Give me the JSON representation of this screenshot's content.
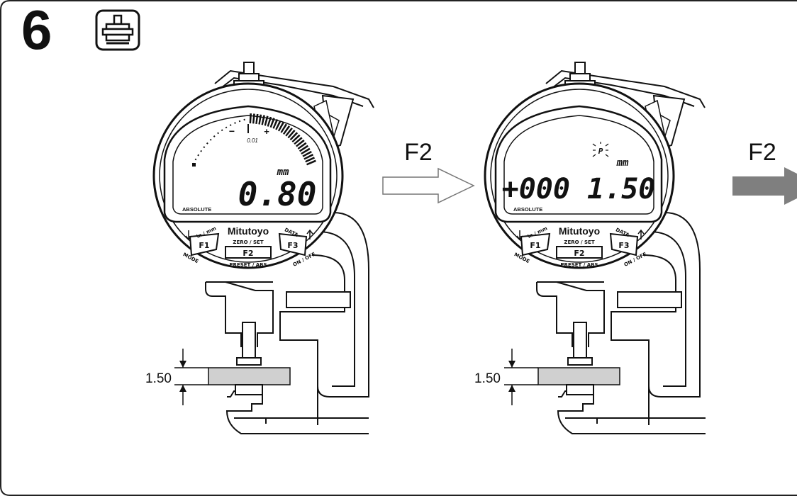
{
  "step": {
    "number": "6"
  },
  "gauges": [
    {
      "display_value": "0.80",
      "unit": "mm",
      "mode_text": "ABSOLUTE",
      "scale_minus": "−",
      "scale_plus": "+",
      "scale_resolution": "0.01",
      "brand": "Mitutoyo",
      "keys": {
        "f1": "F1",
        "f1_top": "in / mm",
        "f1_bottom": "MODE",
        "f2": "F2",
        "f2_top": "ZERO / SET",
        "f2_bottom": "PRESET / ABS",
        "f3": "F3",
        "f3_top": "DATA",
        "f3_bottom": "ON / OFF"
      },
      "dimension_label": "1.50"
    },
    {
      "display_value": "+000 1.50",
      "preset_indicator": "P",
      "unit": "mm",
      "mode_text": "ABSOLUTE",
      "brand": "Mitutoyo",
      "keys": {
        "f1": "F1",
        "f1_top": "in / mm",
        "f1_bottom": "MODE",
        "f2": "F2",
        "f2_top": "ZERO / SET",
        "f2_bottom": "PRESET / ABS",
        "f3": "F3",
        "f3_top": "DATA",
        "f3_bottom": "ON / OFF"
      },
      "dimension_label": "1.50"
    }
  ],
  "arrows": [
    {
      "label": "F2",
      "style": "outline"
    },
    {
      "label": "F2",
      "style": "filled"
    }
  ],
  "colors": {
    "arrow_fill": "#7f7f7f",
    "workpiece": "#d0d0d0",
    "frame": "#111111"
  }
}
